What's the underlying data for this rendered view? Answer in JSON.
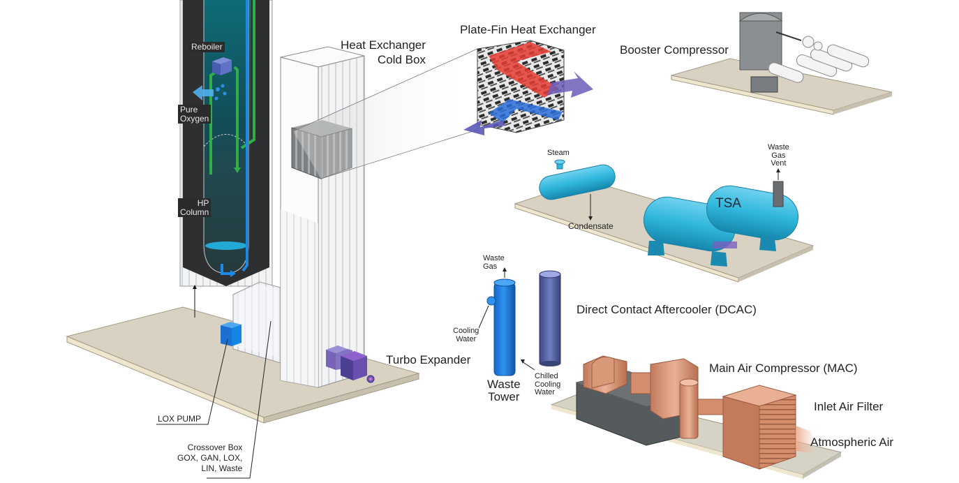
{
  "title": "Air Separation Plant Process Overview",
  "labels": {
    "reboiler": "Reboiler",
    "pure_oxygen": [
      "Pure",
      "Oxygen"
    ],
    "hp_column": [
      "HP",
      "Column"
    ],
    "heat_exchanger_cold_box": [
      "Heat Exchanger",
      "Cold Box"
    ],
    "plate_fin_heat_exchanger": "Plate-Fin Heat Exchanger",
    "booster_compressor": "Booster Compressor",
    "steam": "Steam",
    "condensate": "Condensate",
    "waste_gas_vent": [
      "Waste",
      "Gas",
      "Vent"
    ],
    "tsa": "TSA",
    "waste_gas": [
      "Waste",
      "Gas"
    ],
    "cooling_water": [
      "Cooling",
      "Water"
    ],
    "chilled_cooling_water": [
      "Chilled",
      "Cooling",
      "Water"
    ],
    "waste_tower": [
      "Waste",
      "Tower"
    ],
    "dcac": "Direct Contact Aftercooler (DCAC)",
    "turbo_expander": "Turbo Expander",
    "main_air_compressor": "Main Air Compressor (MAC)",
    "inlet_air_filter": "Inlet Air Filter",
    "atmospheric_air": "Atmospheric Air",
    "lox_pump": "LOX PUMP",
    "crossover_box": [
      "Crossover Box",
      "GOX, GAN, LOX,",
      "LIN, Waste"
    ]
  },
  "colors": {
    "column_dark": "#2e2f31",
    "column_teal": "#0f5f6b",
    "flow_green": "#2fae4a",
    "flow_blue": "#1e88e5",
    "cold_box": "#eef0f2",
    "base_plate": "#d9d2c2",
    "tsa_cyan": "#2fb6dc",
    "waste_tower_blue": "#1f7fe0",
    "dcac_slate": "#5c6aa8",
    "mac_copper": "#d99878",
    "mac_base": "#555a5c",
    "turbo_purple": "#6a5bb0",
    "hot_red": "#e0302a",
    "cold_blue": "#2a6fd8",
    "booster_gray": "#8c8f91"
  }
}
